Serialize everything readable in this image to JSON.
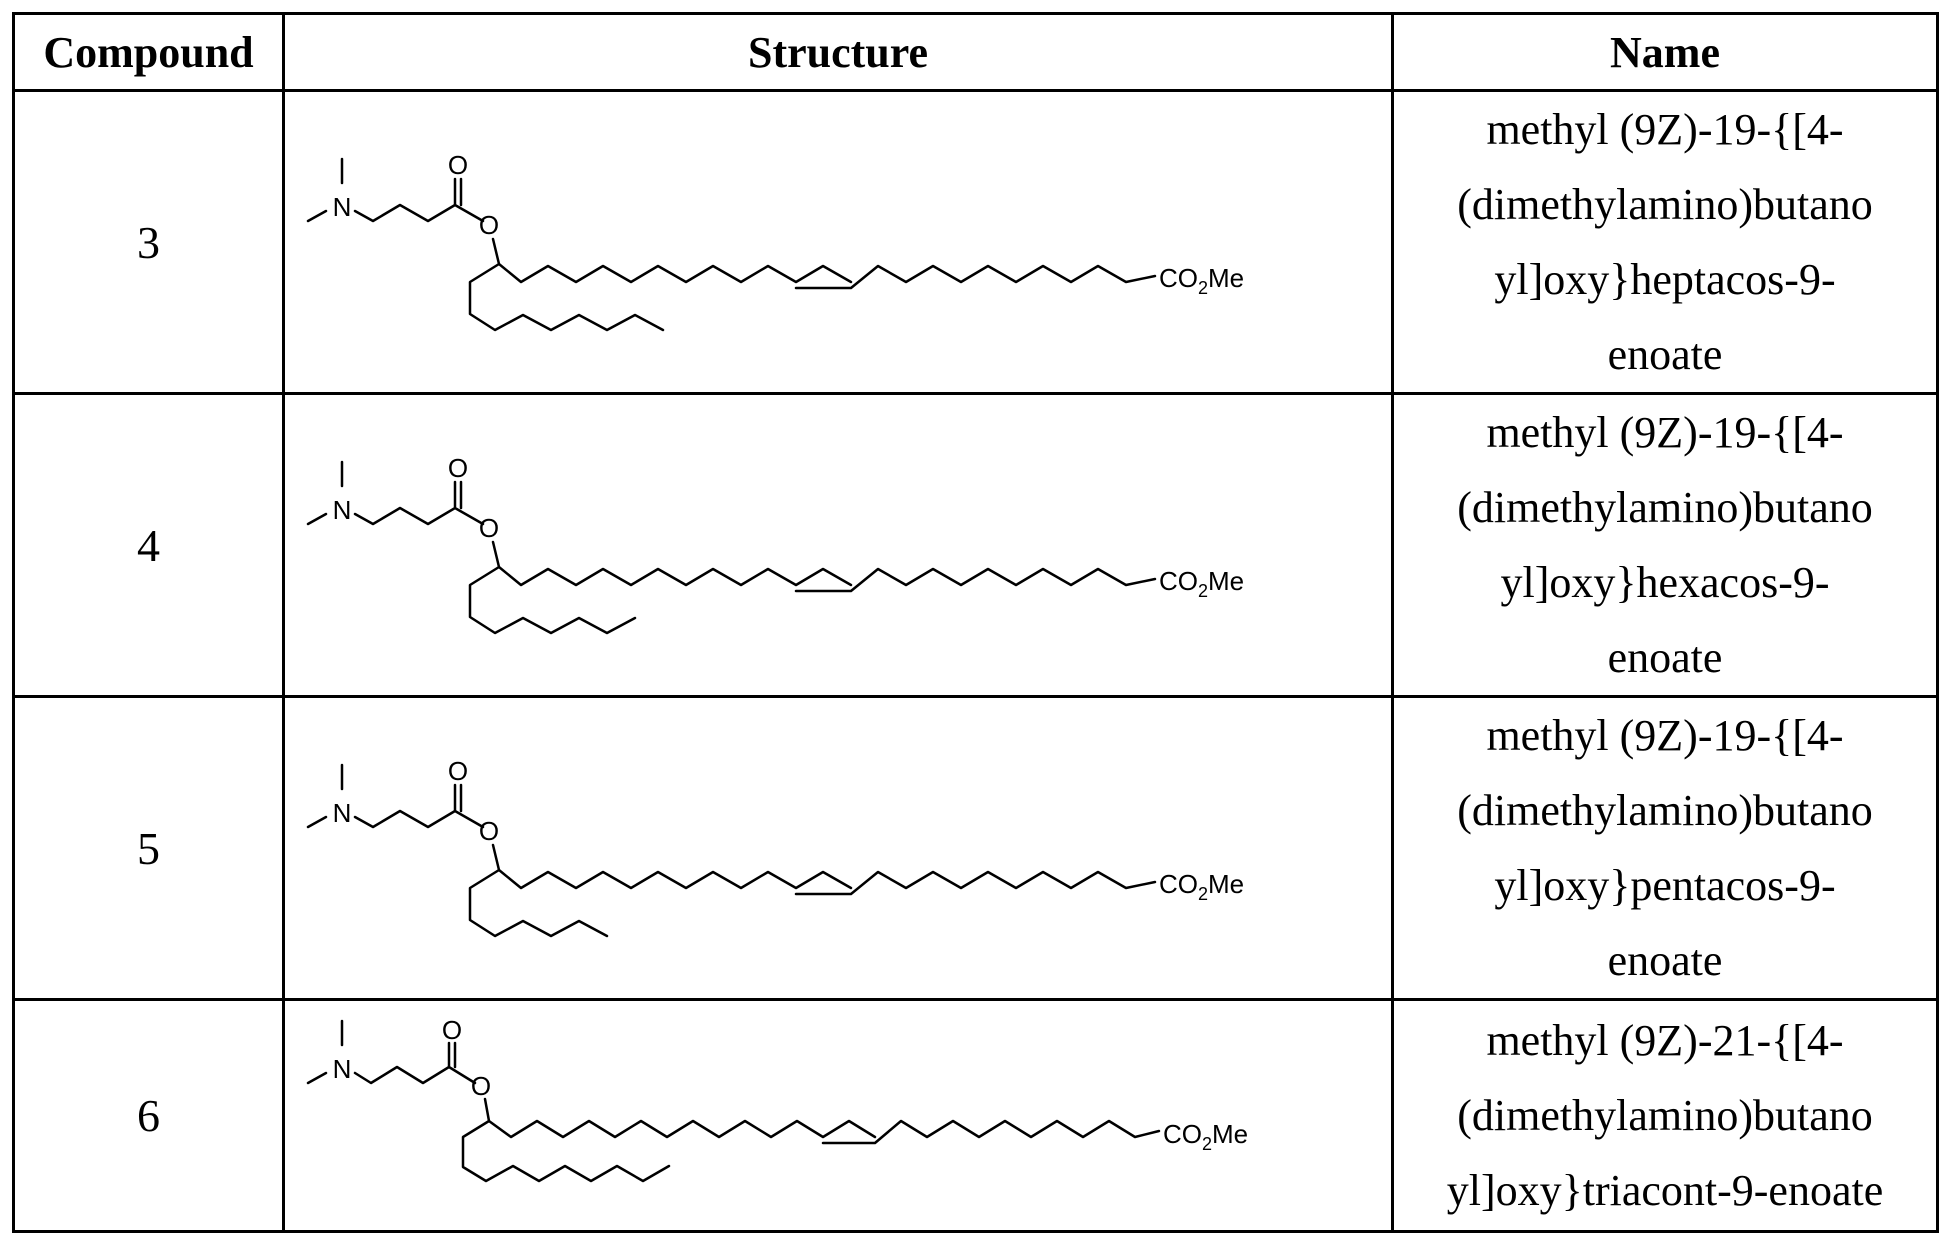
{
  "headers": {
    "compound": "Compound",
    "structure": "Structure",
    "name": "Name"
  },
  "rows": [
    {
      "compound": "3",
      "name_lines": [
        "methyl (9Z)-19-{[4-",
        "(dimethylamino)butano",
        "yl]oxy}heptacos-9-",
        "enoate"
      ],
      "atoms": {
        "n": "N",
        "o1": "O",
        "o2": "O",
        "ester": "CO",
        "sub": "2",
        "me": "Me"
      }
    },
    {
      "compound": "4",
      "name_lines": [
        "methyl (9Z)-19-{[4-",
        "(dimethylamino)butano",
        "yl]oxy}hexacos-9-",
        "enoate"
      ],
      "atoms": {
        "n": "N",
        "o1": "O",
        "o2": "O",
        "ester": "CO",
        "sub": "2",
        "me": "Me"
      }
    },
    {
      "compound": "5",
      "name_lines": [
        "methyl (9Z)-19-{[4-",
        "(dimethylamino)butano",
        "yl]oxy}pentacos-9-",
        "enoate"
      ],
      "atoms": {
        "n": "N",
        "o1": "O",
        "o2": "O",
        "ester": "CO",
        "sub": "2",
        "me": "Me"
      }
    },
    {
      "compound": "6",
      "name_lines": [
        "methyl (9Z)-21-{[4-",
        "(dimethylamino)butano",
        "yl]oxy}triacont-9-enoate"
      ],
      "atoms": {
        "n": "N",
        "o1": "O",
        "o2": "O",
        "ester": "CO",
        "sub": "2",
        "me": "Me"
      }
    }
  ]
}
